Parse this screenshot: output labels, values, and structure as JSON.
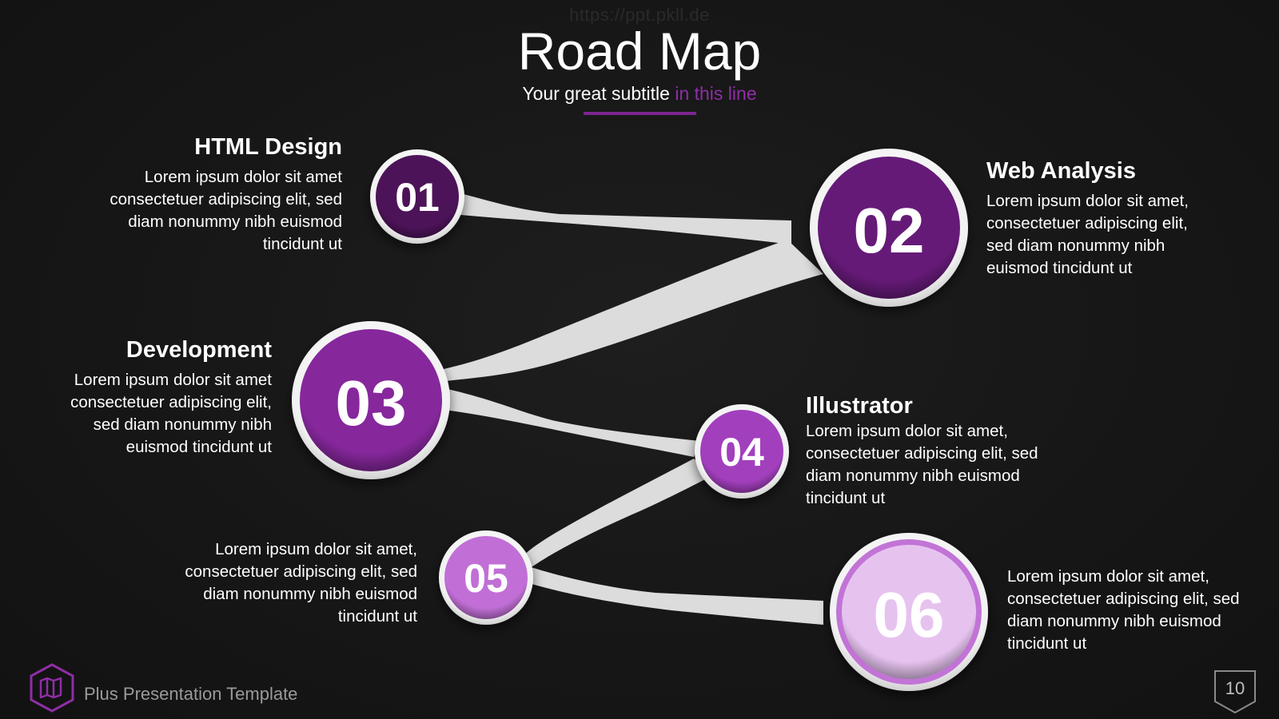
{
  "watermark": "https://ppt.pkll.de",
  "title": "Road Map",
  "subtitle": {
    "main": "Your great subtitle ",
    "accent": "in this line"
  },
  "colors": {
    "accent": "#8e2ea6",
    "connector": "#dcdcdc",
    "ring": "#f2f2f2"
  },
  "nodes": [
    {
      "num": "01",
      "fill": "#4d1359"
    },
    {
      "num": "02",
      "fill": "#661a78"
    },
    {
      "num": "03",
      "fill": "#86279c"
    },
    {
      "num": "04",
      "fill": "#a23fbd"
    },
    {
      "num": "05",
      "fill": "#c16fd6"
    },
    {
      "num": "06",
      "fill": "#e6c3ef"
    }
  ],
  "items": [
    {
      "heading": "HTML Design",
      "body": "Lorem ipsum dolor sit amet consectetuer adipiscing elit, sed diam nonummy nibh euismod tincidunt ut"
    },
    {
      "heading": "Web Analysis",
      "body": "Lorem ipsum dolor sit amet, consectetuer adipiscing elit, sed diam nonummy nibh euismod tincidunt ut"
    },
    {
      "heading": "Development",
      "body": "Lorem ipsum dolor sit amet consectetuer adipiscing elit, sed diam nonummy nibh euismod tincidunt ut"
    },
    {
      "heading": "Illustrator",
      "body": "Lorem ipsum dolor sit amet, consectetuer adipiscing elit, sed diam nonummy nibh euismod tincidunt ut"
    },
    {
      "heading": "",
      "body": "Lorem ipsum dolor sit amet, consectetuer adipiscing elit, sed diam nonummy nibh euismod tincidunt ut"
    },
    {
      "heading": "",
      "body": "Lorem ipsum dolor sit amet, consectetuer adipiscing elit, sed diam nonummy nibh euismod tincidunt ut"
    }
  ],
  "footer": {
    "text": "Plus Presentation Template",
    "icon": "map-icon"
  },
  "page_number": "10"
}
